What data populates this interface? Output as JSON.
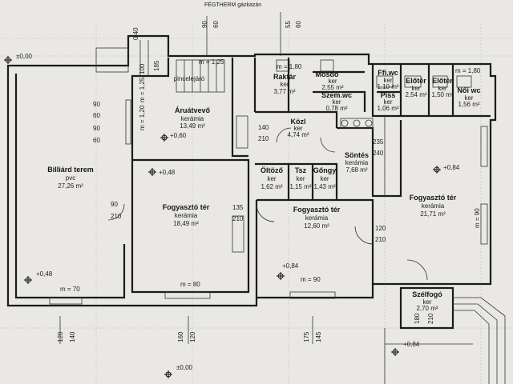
{
  "header": {
    "gas_meter": "FÉGTHERM gázkazán"
  },
  "rooms": [
    {
      "id": "billiard",
      "name": "Billiárd terem",
      "material": "pvc",
      "area": "27,26 m²"
    },
    {
      "id": "aruatvevo",
      "name": "Áruátvevő",
      "material": "kerámia",
      "area": "13,49 m²"
    },
    {
      "id": "raktar",
      "name": "Raktár",
      "material": "ker",
      "area": "3,77 m²"
    },
    {
      "id": "mosdo",
      "name": "Mosdó",
      "material": "ker",
      "area": "2,55 m²"
    },
    {
      "id": "szemwc",
      "name": "Szem.wc",
      "material": "ker",
      "area": "0,78 m²"
    },
    {
      "id": "ffiwc",
      "name": "Ffi.wc",
      "material": "ker",
      "area": "1,10 m²"
    },
    {
      "id": "piss",
      "name": "Piss",
      "material": "ker",
      "area": "1,06 m²"
    },
    {
      "id": "eloter1",
      "name": "Előtér",
      "material": "ker",
      "area": "2,54 m²"
    },
    {
      "id": "eloter2",
      "name": "Előtér",
      "material": "ker",
      "area": "1,50 m²"
    },
    {
      "id": "noiwc",
      "name": "Női wc",
      "material": "ker",
      "area": "1,56 m²"
    },
    {
      "id": "kozl",
      "name": "Közl",
      "material": "ker",
      "area": "4,74 m²"
    },
    {
      "id": "sontes",
      "name": "Söntés",
      "material": "kerámia",
      "area": "7,68 m²"
    },
    {
      "id": "oltozo",
      "name": "Öltöző",
      "material": "ker",
      "area": "1,62 m²"
    },
    {
      "id": "tsz",
      "name": "Tsz",
      "material": "ker",
      "area": "1,15 m²"
    },
    {
      "id": "gongy",
      "name": "Gőngy",
      "material": "ker",
      "area": "1,43 m²"
    },
    {
      "id": "fogyasztoter1",
      "name": "Fogyasztó tér",
      "material": "kerámia",
      "area": "18,49 m²"
    },
    {
      "id": "fogyasztoter2",
      "name": "Fogyasztó tér",
      "material": "kerámia",
      "area": "12,60 m²"
    },
    {
      "id": "fogyasztoter3",
      "name": "Fogyasztó tér",
      "material": "kerámia",
      "area": "21,71 m²"
    },
    {
      "id": "szelfogo",
      "name": "Szélfogó",
      "material": "ker",
      "area": "2,70 m²"
    }
  ],
  "labels": {
    "pincelejaro": "pincelejáró"
  },
  "levels": {
    "l000_top": "±0,00",
    "l048_left": "+0,48",
    "l048_mid": "+0,48",
    "l060": "+0,60",
    "l084_right": "+0,84",
    "l084_mid": "+0,84",
    "l084_bottom": "+0,84",
    "l000_bottom": "±0,00"
  },
  "dimensions": {
    "d_m125_a": "m = 1,25",
    "d_m125_b": "m = 1,25",
    "d_m120": "m = 1,20",
    "d_m180_a": "m = 1,80",
    "d_m180_b": "m = 1,80",
    "d_m90_a": "m = 90",
    "d_m90_b": "m = 90",
    "d_m70": "m = 70",
    "d_m80": "m = 80",
    "d_9060_a": "90",
    "d_9060_b": "60",
    "d_9060_c": "90",
    "d_9060_d": "60",
    "d_90_210": "90",
    "d_210_a": "210",
    "d_135": "135",
    "d_210_b": "210",
    "d_120": "120",
    "d_210_c": "210",
    "d_140": "140",
    "d_210_d": "210",
    "d_235": "235",
    "d_240": "240",
    "d_185": "185",
    "d_100": "100",
    "d_top_90": "90",
    "d_top_60": "60",
    "d_top_55": "55",
    "d_top_60b": "60",
    "d_top_055": "0,40",
    "d_b120": "120",
    "d_b140": "140",
    "d_b160": "160",
    "d_b120b": "120",
    "d_b175": "175",
    "d_b145": "145",
    "d_szel_180": "180",
    "d_szel_210": "210"
  },
  "colors": {
    "paper": "#e9e8e4",
    "ink": "#1b1b1b",
    "grid": "#b9b9c4"
  }
}
